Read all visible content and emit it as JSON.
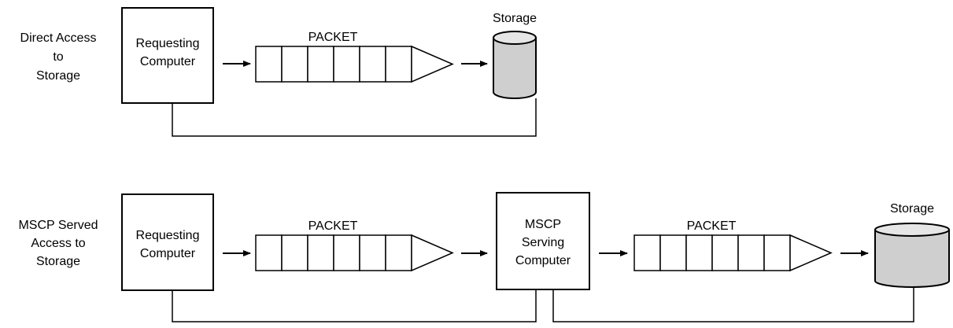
{
  "direct": {
    "row_label": [
      "Direct Access",
      "to",
      "Storage"
    ],
    "requesting": [
      "Requesting",
      "Computer"
    ],
    "packet_label": "PACKET",
    "storage_label": "Storage"
  },
  "mscp": {
    "row_label": [
      "MSCP Served",
      "Access to",
      "Storage"
    ],
    "requesting": [
      "Requesting",
      "Computer"
    ],
    "packet1_label": "PACKET",
    "serving": [
      "MSCP",
      "Serving",
      "Computer"
    ],
    "packet2_label": "PACKET",
    "storage_label": "Storage"
  }
}
